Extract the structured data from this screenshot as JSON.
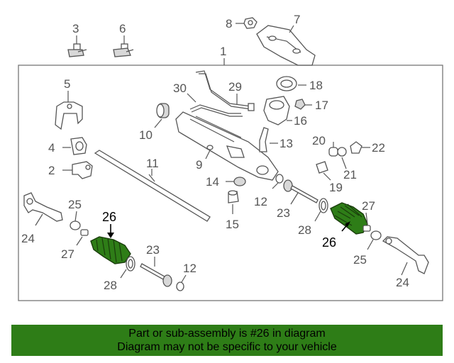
{
  "callouts": {
    "c1": "1",
    "c2": "2",
    "c3": "3",
    "c4": "4",
    "c5": "5",
    "c6": "6",
    "c7": "7",
    "c8": "8",
    "c9": "9",
    "c10": "10",
    "c11": "11",
    "c12a": "12",
    "c12b": "12",
    "c13": "13",
    "c14": "14",
    "c15": "15",
    "c16": "16",
    "c17": "17",
    "c18": "18",
    "c19": "19",
    "c20": "20",
    "c21": "21",
    "c22": "22",
    "c23a": "23",
    "c23b": "23",
    "c24a": "24",
    "c24b": "24",
    "c25a": "25",
    "c25b": "25",
    "c26a": "26",
    "c26b": "26",
    "c27a": "27",
    "c27b": "27",
    "c28a": "28",
    "c28b": "28",
    "c29": "29",
    "c30": "30"
  },
  "highlight_color": "#2e7d17",
  "banner": {
    "line1": "Part or sub-assembly is #26 in diagram",
    "line2": "Diagram may not be specific to your vehicle"
  }
}
